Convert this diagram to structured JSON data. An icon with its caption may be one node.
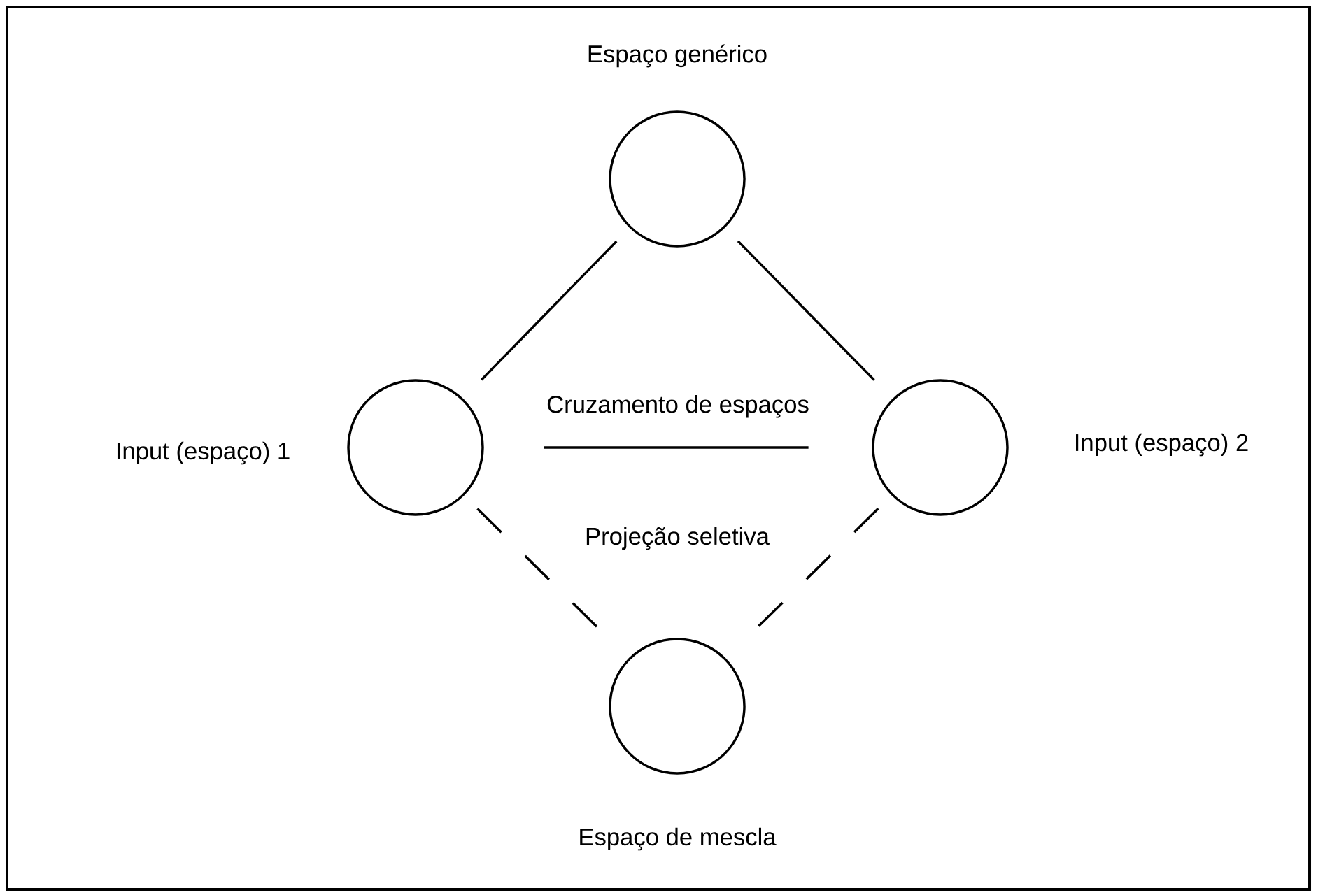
{
  "diagram": {
    "nodes": [
      {
        "text": [
          "Espaço genérico"
        ]
      },
      {
        "text": [
          "Input (espaço) 1"
        ]
      },
      {
        "text": [
          "Input (espaço) 2"
        ]
      },
      {
        "text": [
          "Espaço de mescla"
        ]
      }
    ],
    "edges": [
      {
        "from": 0,
        "to": 1,
        "arrow": "none"
      },
      {
        "from": 0,
        "to": 2,
        "arrow": "none"
      },
      {
        "from": 1,
        "to": 2,
        "arrow": "none",
        "label": "Cruzamento de espaços"
      },
      {
        "from": 1,
        "to": 3,
        "arrow": "none",
        "style": "dashed"
      },
      {
        "from": 2,
        "to": 3,
        "arrow": "none",
        "style": "dashed"
      }
    ],
    "labels": [
      "Projeção seletiva"
    ]
  }
}
